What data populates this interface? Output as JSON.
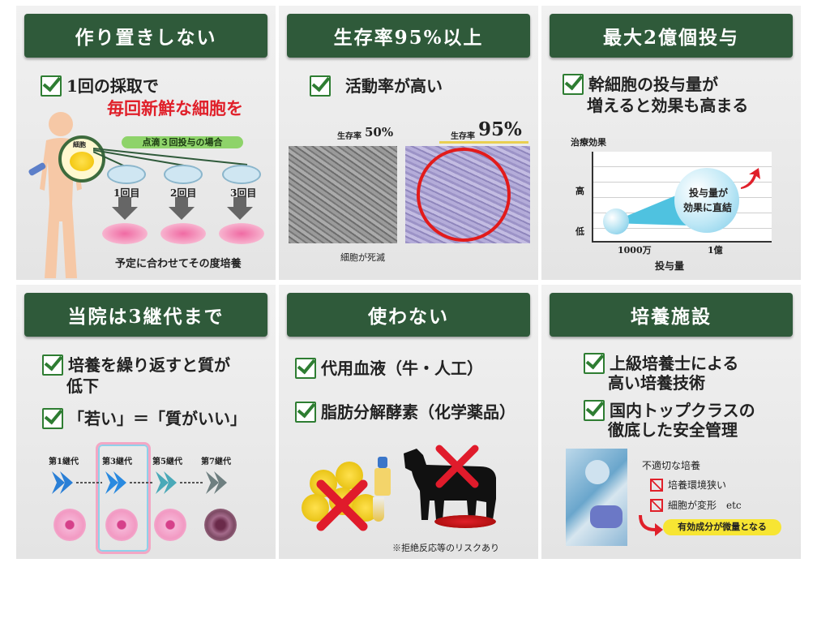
{
  "panel1": {
    "title": "作り置きしない",
    "check_line": "1回の採取で",
    "emphasis": "毎回新鮮な細胞を",
    "cell_label": "細胞",
    "drip_pill": "点滴３回投与の場合",
    "rounds": [
      "1回目",
      "2回目",
      "3回目"
    ],
    "caption": "予定に合わせてその度培養"
  },
  "panel2": {
    "title": "生存率95%以上",
    "check_line": "活動率が高い",
    "survival_left_label": "生存率",
    "survival_left_value": "50%",
    "survival_right_label": "生存率",
    "survival_right_value": "95%",
    "dead_caption": "細胞が死滅"
  },
  "panel3": {
    "title": "最大2億個投与",
    "check_line_1": "幹細胞の投与量が",
    "check_line_2": "増えると効果も高まる",
    "y_title": "治療効果",
    "y_high": "高",
    "y_low": "低",
    "x_tick_1": "1000万",
    "x_tick_2": "1億",
    "x_title": "投与量",
    "bubble_1": "投与量が",
    "bubble_2": "効果に直結"
  },
  "panel4": {
    "title": "当院は3継代まで",
    "check_line_1": "培養を繰り返すと質が",
    "check_line_2": "低下",
    "check_line_3": "「若い」＝「質がいい」",
    "passages": [
      "第1継代",
      "第3継代",
      "第5継代",
      "第7継代"
    ]
  },
  "panel5": {
    "title": "使わない",
    "check_line_1": "代用血液（牛・人工）",
    "check_line_2": "脂肪分解酵素（化学薬品）",
    "note": "※拒絶反応等のリスクあり"
  },
  "panel6": {
    "title": "培養施設",
    "check_line_1": "上級培養士による",
    "check_line_2": "高い培養技術",
    "check_line_3": "国内トップクラスの",
    "check_line_4": "徹底した安全管理",
    "box_title": "不適切な培養",
    "item_1": "培養環境狭い",
    "item_2": "細胞が変形　etc",
    "result_pill": "有効成分が微量となる"
  },
  "colors": {
    "header_green": "#2f5a3a",
    "check_green": "#2e7d32",
    "emphasis_red": "#e0202a",
    "pill_yellow": "#f7e533",
    "pill_green": "#8ed36a"
  }
}
